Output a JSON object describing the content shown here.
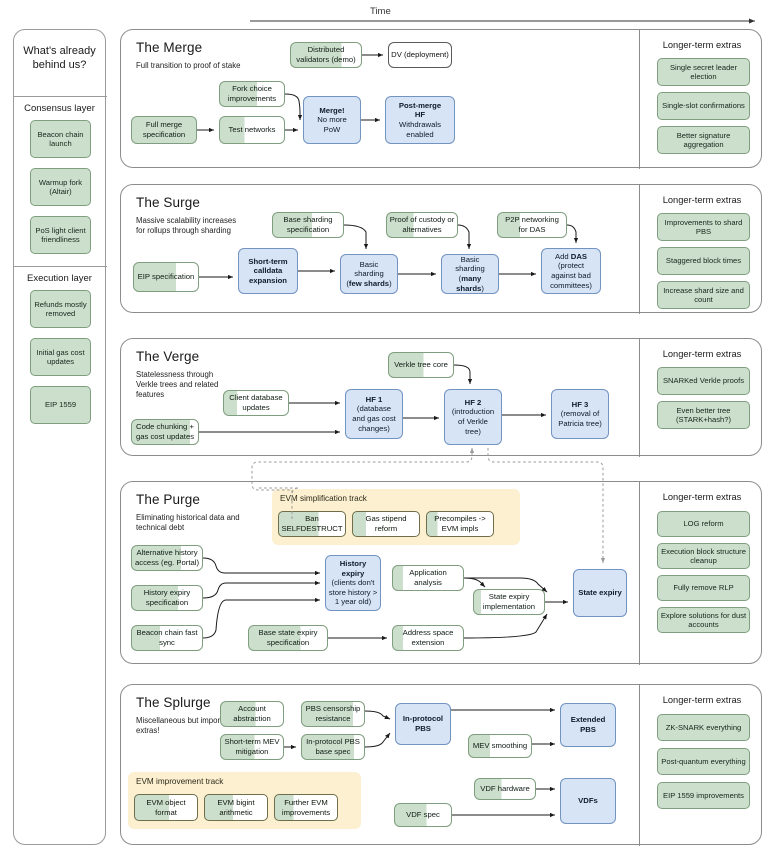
{
  "timeline": {
    "label": "Time"
  },
  "sidebar": {
    "title": "What's already behind us?",
    "groups": [
      {
        "name": "Consensus layer",
        "items": [
          {
            "label": "Beacon chain launch"
          },
          {
            "label": "Warmup fork (Altair)"
          },
          {
            "label": "PoS light client friendliness"
          }
        ]
      },
      {
        "name": "Execution layer",
        "items": [
          {
            "label": "Refunds mostly removed"
          },
          {
            "label": "Initial gas cost updates"
          },
          {
            "label": "EIP 1559"
          }
        ]
      }
    ]
  },
  "extras_heading": "Longer-term extras",
  "eras": [
    {
      "id": "merge",
      "title": "The Merge",
      "subtitle": "Full transition to proof of stake",
      "nodes": [
        {
          "id": "m-dv-demo",
          "label": "Distributed validators (demo)",
          "kind": "green",
          "progress": 72
        },
        {
          "id": "m-dv-dep",
          "label": "DV (deployment)",
          "kind": "white"
        },
        {
          "id": "m-fork",
          "label": "Fork choice improvements",
          "kind": "green",
          "progress": 58
        },
        {
          "id": "m-spec",
          "label": "Full merge specification",
          "kind": "green",
          "progress": 100
        },
        {
          "id": "m-test",
          "label": "Test networks",
          "kind": "green",
          "progress": 38
        },
        {
          "id": "m-merge",
          "label": "Merge! No more PoW",
          "kind": "blue",
          "bold_first": true
        },
        {
          "id": "m-post",
          "label": "Post-merge HF Withdrawals enabled",
          "kind": "blue",
          "bold_first": true
        }
      ],
      "extras": [
        {
          "label": "Single secret leader election"
        },
        {
          "label": "Single-slot confirmations"
        },
        {
          "label": "Better signature aggregation"
        }
      ]
    },
    {
      "id": "surge",
      "title": "The Surge",
      "subtitle": "Massive scalability increases for rollups through sharding",
      "nodes": [
        {
          "id": "s-basespec",
          "label": "Base sharding specification",
          "kind": "green",
          "progress": 56
        },
        {
          "id": "s-custody",
          "label": "Proof of custody or alternatives",
          "kind": "green",
          "progress": 38
        },
        {
          "id": "s-p2p",
          "label": "P2P networking for DAS",
          "kind": "green",
          "progress": 32
        },
        {
          "id": "s-eip",
          "label": "EIP specification",
          "kind": "green",
          "progress": 66
        },
        {
          "id": "s-calldata",
          "label": "Short-term calldata expansion",
          "kind": "blue",
          "bold": true
        },
        {
          "id": "s-few",
          "label": "Basic sharding (few shards)",
          "kind": "blue"
        },
        {
          "id": "s-many",
          "label": "Basic sharding (many shards)",
          "kind": "blue"
        },
        {
          "id": "s-das",
          "label": "Add DAS (protect against bad committees)",
          "kind": "blue"
        }
      ],
      "extras": [
        {
          "label": "Improvements to shard PBS"
        },
        {
          "label": "Staggered block times"
        },
        {
          "label": "Increase shard size and count"
        }
      ]
    },
    {
      "id": "verge",
      "title": "The Verge",
      "subtitle": "Statelessness through Verkle trees and related features",
      "nodes": [
        {
          "id": "v-core",
          "label": "Verkle tree core",
          "kind": "green",
          "progress": 54
        },
        {
          "id": "v-db",
          "label": "Client database updates",
          "kind": "green",
          "progress": 20
        },
        {
          "id": "v-chunk",
          "label": "Code chunking + gas cost updates",
          "kind": "green",
          "progress": 88
        },
        {
          "id": "v-hf1",
          "label": "HF 1 (database and gas cost changes)",
          "kind": "blue",
          "bold_first": true
        },
        {
          "id": "v-hf2",
          "label": "HF 2 (introduction of Verkle tree)",
          "kind": "blue",
          "bold_first": true
        },
        {
          "id": "v-hf3",
          "label": "HF 3 (removal of Patricia tree)",
          "kind": "blue",
          "bold_first": true
        }
      ],
      "extras": [
        {
          "label": "SNARKed Verkle proofs"
        },
        {
          "label": "Even better tree (STARK+hash?)"
        }
      ]
    },
    {
      "id": "purge",
      "title": "The Purge",
      "subtitle": "Eliminating historical data and technical debt",
      "track": {
        "label": "EVM simplification track",
        "items": [
          {
            "label": "Ban SELFDESTRUCT",
            "progress": 60
          },
          {
            "label": "Gas stipend reform",
            "progress": 20
          },
          {
            "label": "Precompiles -> EVM impls",
            "progress": 16
          }
        ]
      },
      "nodes": [
        {
          "id": "p-alt",
          "label": "Alternative history access (eg. Portal)",
          "kind": "green",
          "progress": 70
        },
        {
          "id": "p-hspec",
          "label": "History expiry specification",
          "kind": "green",
          "progress": 66
        },
        {
          "id": "p-beacon",
          "label": "Beacon chain fast sync",
          "kind": "green",
          "progress": 40
        },
        {
          "id": "p-basestate",
          "label": "Base state expiry specification",
          "kind": "green",
          "progress": 66
        },
        {
          "id": "p-appan",
          "label": "Application analysis",
          "kind": "green",
          "progress": 14
        },
        {
          "id": "p-stimpl",
          "label": "State expiry implementation",
          "kind": "green",
          "progress": 10
        },
        {
          "id": "p-addr",
          "label": "Address space extension",
          "kind": "green",
          "progress": 14
        },
        {
          "id": "p-hexp",
          "label": "History expiry (clients don't store history > 1 year old)",
          "kind": "blue",
          "bold_first": true
        },
        {
          "id": "p-sexp",
          "label": "State expiry",
          "kind": "blue",
          "bold": true
        }
      ],
      "extras": [
        {
          "label": "LOG reform"
        },
        {
          "label": "Execution block structure cleanup"
        },
        {
          "label": "Fully remove RLP"
        },
        {
          "label": "Explore solutions for dust accounts"
        }
      ]
    },
    {
      "id": "splurge",
      "title": "The Splurge",
      "subtitle": "Miscellaneous but important extras!",
      "track": {
        "label": "EVM improvement track",
        "items": [
          {
            "label": "EVM object format",
            "progress": 55
          },
          {
            "label": "EVM bigint arithmetic",
            "progress": 45
          },
          {
            "label": "Further EVM improvements",
            "progress": 30
          }
        ]
      },
      "nodes": [
        {
          "id": "sp-acct",
          "label": "Account abstraction",
          "kind": "green",
          "progress": 56
        },
        {
          "id": "sp-cens",
          "label": "PBS censorship resistance",
          "kind": "green",
          "progress": 82
        },
        {
          "id": "sp-mev",
          "label": "Short-term MEV mitigation",
          "kind": "green",
          "progress": 54
        },
        {
          "id": "sp-pbsspec",
          "label": "In-protocol PBS base spec",
          "kind": "green",
          "progress": 84
        },
        {
          "id": "sp-smooth",
          "label": "MEV smoothing",
          "kind": "green",
          "progress": 34
        },
        {
          "id": "sp-vdfhw",
          "label": "VDF hardware",
          "kind": "green",
          "progress": 44
        },
        {
          "id": "sp-vdfspec",
          "label": "VDF spec",
          "kind": "green",
          "progress": 56
        },
        {
          "id": "sp-inpbs",
          "label": "In-protocol PBS",
          "kind": "blue",
          "bold": true
        },
        {
          "id": "sp-extpbs",
          "label": "Extended PBS",
          "kind": "blue",
          "bold": true
        },
        {
          "id": "sp-vdfs",
          "label": "VDFs",
          "kind": "blue",
          "bold": true
        }
      ],
      "extras": [
        {
          "label": "ZK-SNARK everything"
        },
        {
          "label": "Post-quantum everything"
        },
        {
          "label": "EIP 1559 improvements"
        }
      ]
    }
  ],
  "colors": {
    "green_fill": "#ccdfcc",
    "green_border": "#7f9e7f",
    "blue_fill": "#d6e4f6",
    "blue_border": "#7393c0",
    "track_fill": "#fdf0d0",
    "panel_border": "#8c8c8c"
  }
}
